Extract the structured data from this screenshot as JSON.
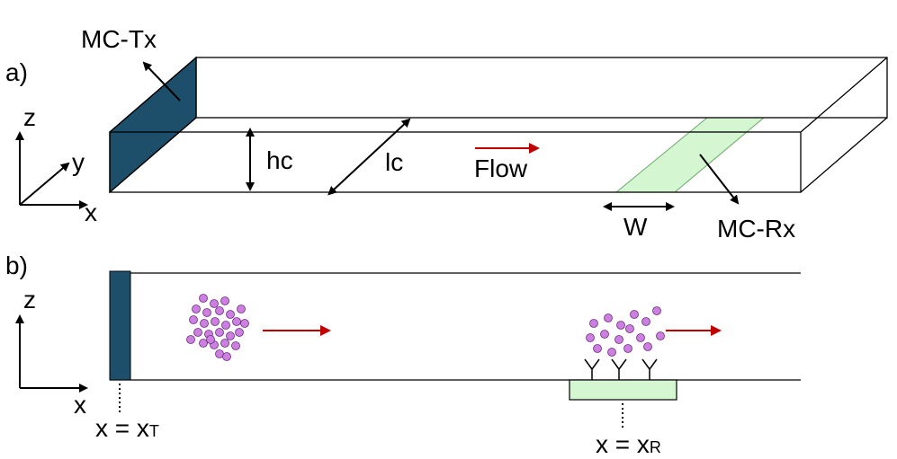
{
  "colors": {
    "transmitter": "#1d4f6b",
    "receiver": "#d4f7d2",
    "molecule": "#cc7fe0",
    "flow_arrow": "#c00000"
  },
  "panel_a": {
    "panel_label": "a)",
    "tx_label": "MC-Tx",
    "axis_z": "z",
    "axis_y": "y",
    "axis_x": "x",
    "height_label": "hc",
    "length_label": "lc",
    "flow_label": "Flow",
    "width_label": "W",
    "rx_label": "MC-Rx"
  },
  "panel_b": {
    "panel_label": "b)",
    "axis_z": "z",
    "axis_x": "x",
    "tx_pos": {
      "main": "x = x",
      "sub": "T"
    },
    "rx_pos": {
      "main": "x = x",
      "sub": "R"
    }
  }
}
